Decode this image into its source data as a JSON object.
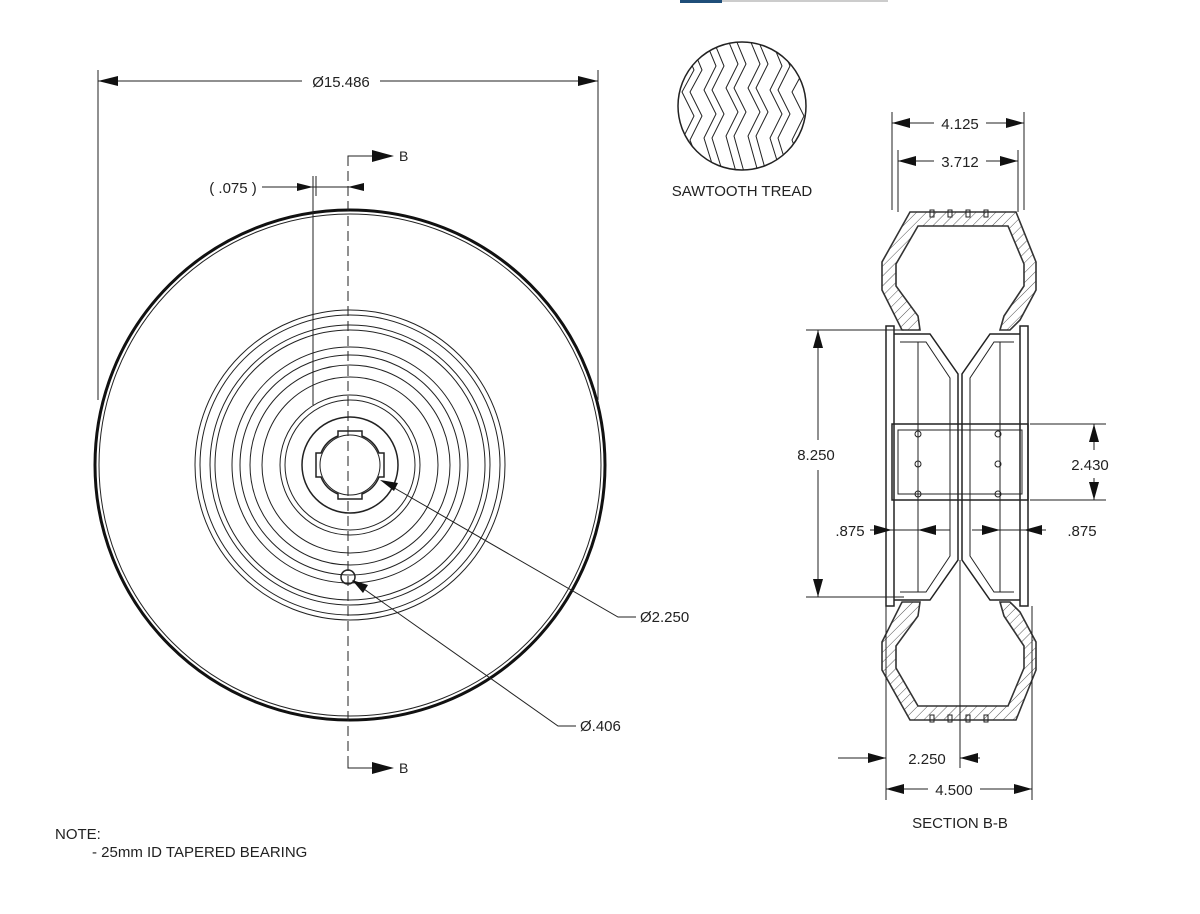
{
  "front_view": {
    "overall_diameter": "Ø15.486",
    "offset_dim": "( .075 )",
    "bore_diameter": "Ø2.250",
    "hole_diameter": "Ø.406",
    "section_cut_top": "B",
    "section_cut_bottom": "B"
  },
  "tread_detail": {
    "label": "SAWTOOTH TREAD"
  },
  "section_view": {
    "width_outer": "4.125",
    "width_inner": "3.712",
    "height": "8.250",
    "hub_height": "2.430",
    "left_offset": ".875",
    "right_offset": ".875",
    "hub_width": "2.250",
    "overall_width": "4.500",
    "label": "SECTION B-B"
  },
  "notes": {
    "title": "NOTE:",
    "line1": "- 25mm ID TAPERED BEARING"
  },
  "colors": {
    "line": "#222222",
    "header_accent": "#1f4e79"
  }
}
